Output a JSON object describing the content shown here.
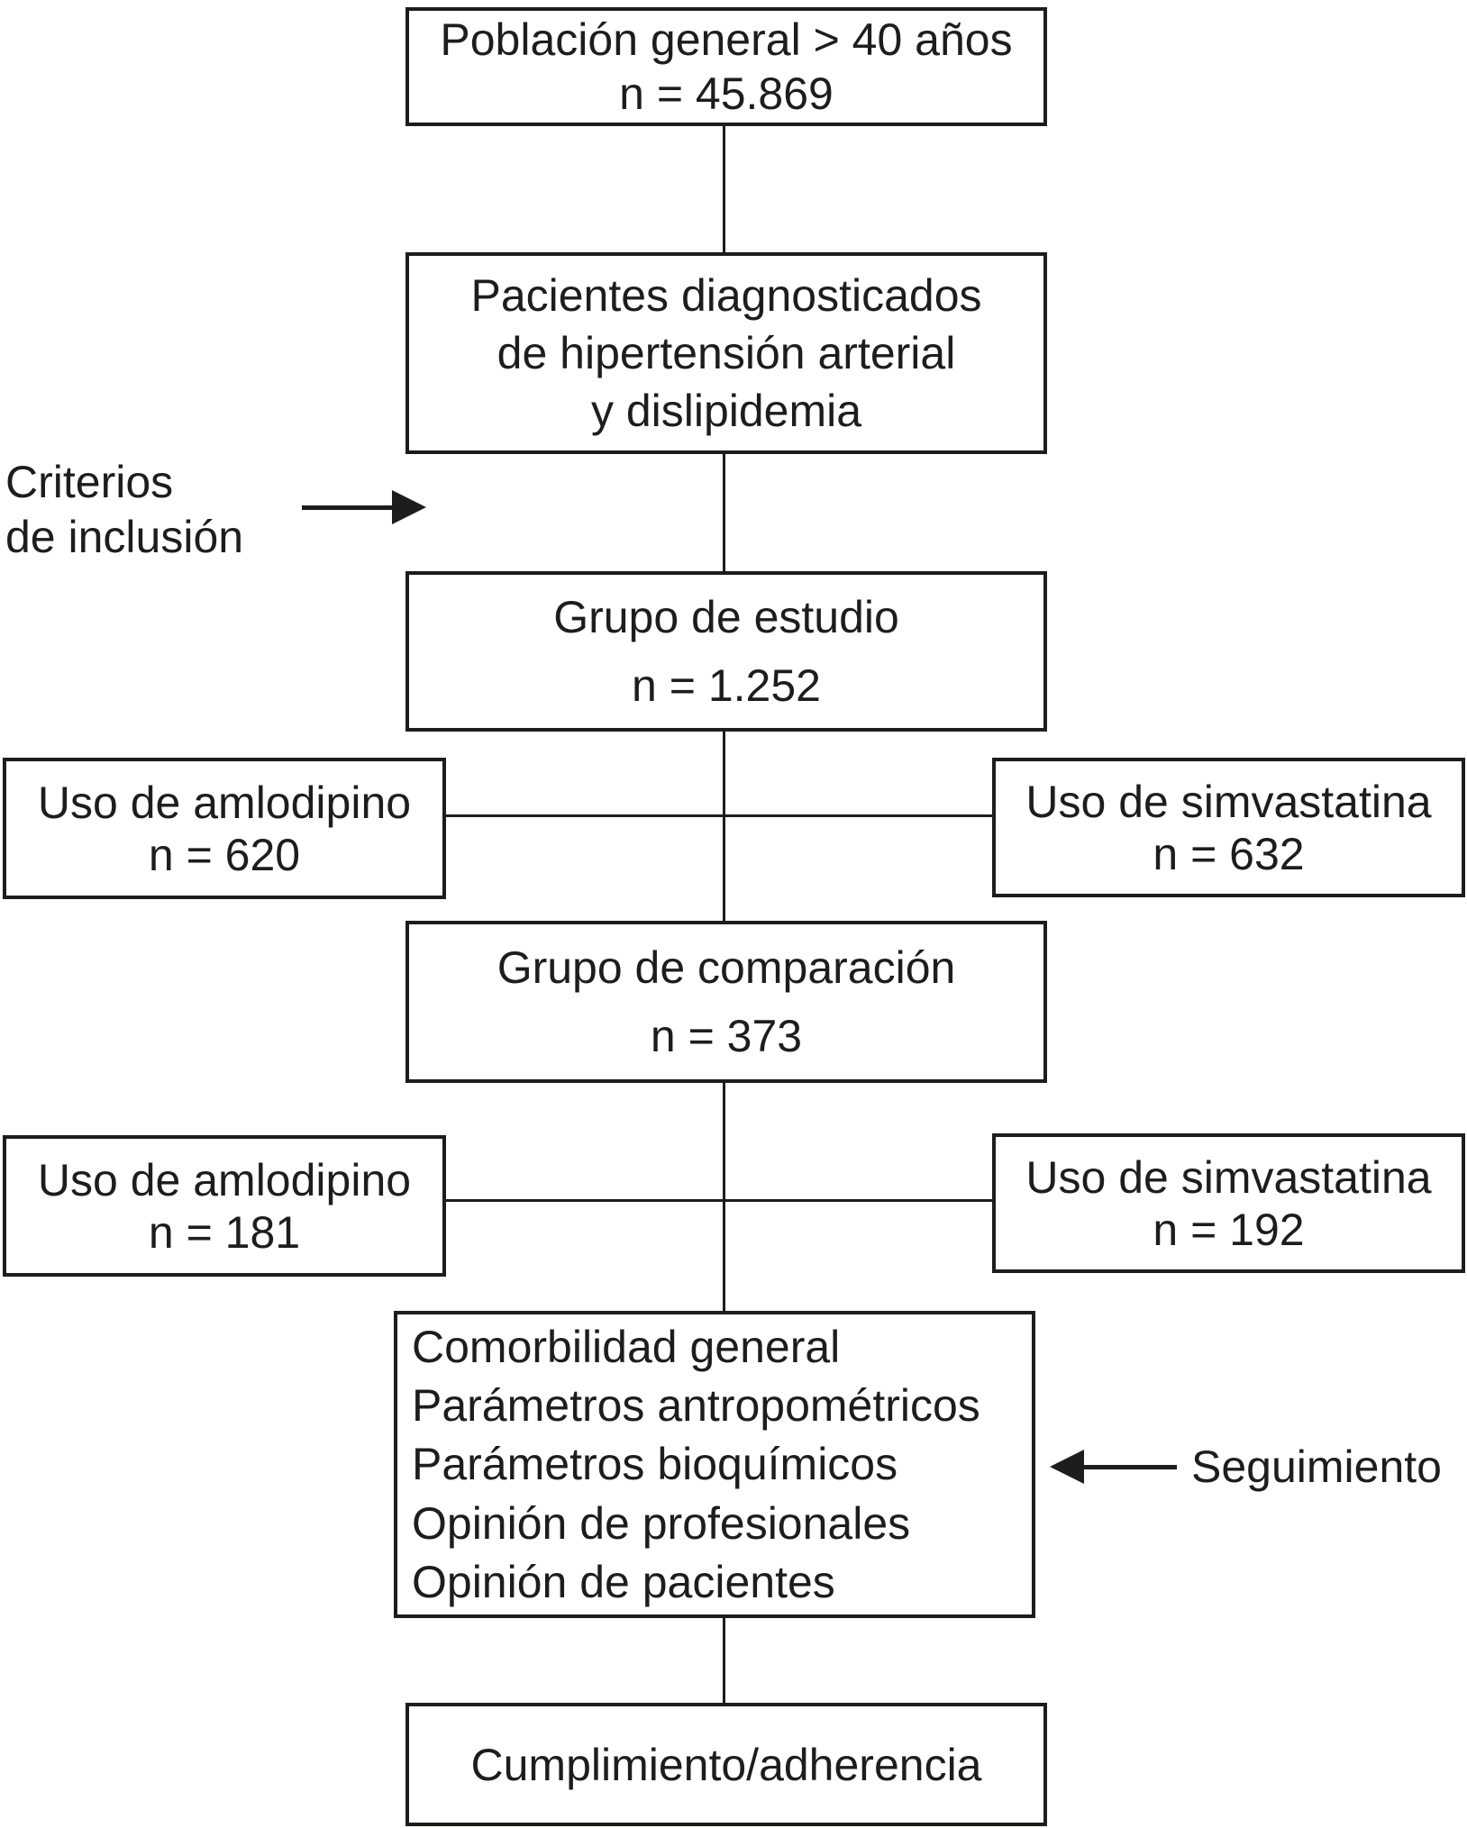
{
  "diagram": {
    "colors": {
      "ink": "#1d1d1b",
      "background": "#ffffff"
    },
    "boxes": {
      "poblacion": {
        "lines": [
          "Población general > 40 años",
          "n = 45.869"
        ]
      },
      "pacientes": {
        "lines": [
          "Pacientes diagnosticados",
          "de hipertensión arterial",
          "y dislipidemia"
        ]
      },
      "estudio": {
        "lines": [
          "Grupo de estudio",
          "n = 1.252"
        ]
      },
      "amlodipino1": {
        "lines": [
          "Uso de amlodipino",
          "n = 620"
        ]
      },
      "simvastatina1": {
        "lines": [
          "Uso de simvastatina",
          "n = 632"
        ]
      },
      "comparacion": {
        "lines": [
          "Grupo de comparación",
          "n = 373"
        ]
      },
      "amlodipino2": {
        "lines": [
          "Uso de amlodipino",
          "n = 181"
        ]
      },
      "simvastatina2": {
        "lines": [
          "Uso de simvastatina",
          "n = 192"
        ]
      },
      "seguimiento": {
        "lines": [
          "Comorbilidad general",
          "Parámetros antropométricos",
          "Parámetros bioquímicos",
          "Opinión de profesionales",
          "Opinión de pacientes"
        ]
      },
      "cumplimiento": {
        "lines": [
          "Cumplimiento/adherencia"
        ]
      }
    },
    "labels": {
      "criterios": {
        "lines": [
          "Criterios",
          "de inclusión"
        ]
      },
      "seguimiento": "Seguimiento"
    },
    "icons": {
      "criterios_arrow": "arrow-right-icon",
      "seguimiento_arrow": "arrow-left-icon"
    }
  }
}
